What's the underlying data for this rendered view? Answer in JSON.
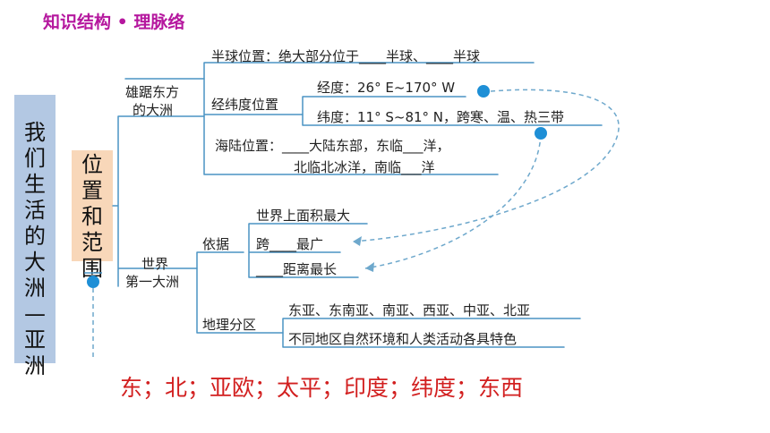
{
  "header": "知识结构 • 理脉络",
  "root": "我们生活的大洲—亚洲",
  "topic": "位置和范围",
  "branches": {
    "location": {
      "label_line1": "雄踞东方",
      "label_line2": "的大洲",
      "hemisphere": "半球位置：绝大部分位于____半球、____半球",
      "latlon_label": "经纬度位置",
      "longitude": "经度：26° E~170° W",
      "latitude": "纬度：11° S~81° N，跨寒、温、热三带",
      "land_sea_line1": "海陆位置：____大陆东部，东临___洋，",
      "land_sea_line2": "北临北冰洋，南临___洋"
    },
    "largest": {
      "label_line1": "世界",
      "label_line2": "第一大洲",
      "basis_label": "依据",
      "basis_1": "世界上面积最大",
      "basis_2": "跨____最广",
      "basis_3": "____距离最长",
      "division_label": "地理分区",
      "division_1": "东亚、东南亚、南亚、西亚、中亚、北亚",
      "division_2": "不同地区自然环境和人类活动各具特色"
    }
  },
  "answer": "东；北；亚欧；太平；印度；纬度；东西",
  "colors": {
    "line": "#3b8ec2",
    "dot": "#1e8fd6",
    "header": "#b5179e",
    "answer": "#d21f1f",
    "root_box": "#b3c8e3",
    "topic_box": "#f8d7b9"
  }
}
